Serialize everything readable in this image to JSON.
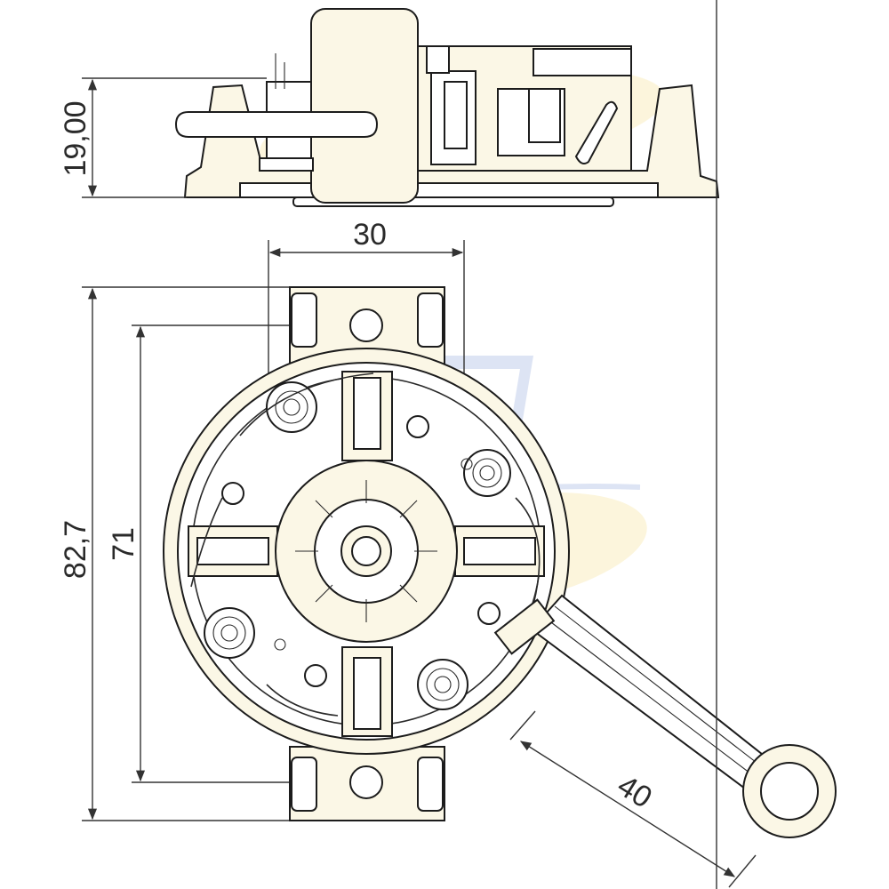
{
  "dimensions": {
    "height_side": "19,00",
    "width_top": "30",
    "overall_length": "82,7",
    "hole_spacing": "71",
    "lead_length": "40"
  },
  "colors": {
    "line": "#1c1c1c",
    "body_fill": "#fbf7e6",
    "watermark_yellow": "#f6d35b",
    "watermark_blue": "#3a4f9c"
  },
  "icons": {
    "watermark": "company-logo-watermark"
  }
}
